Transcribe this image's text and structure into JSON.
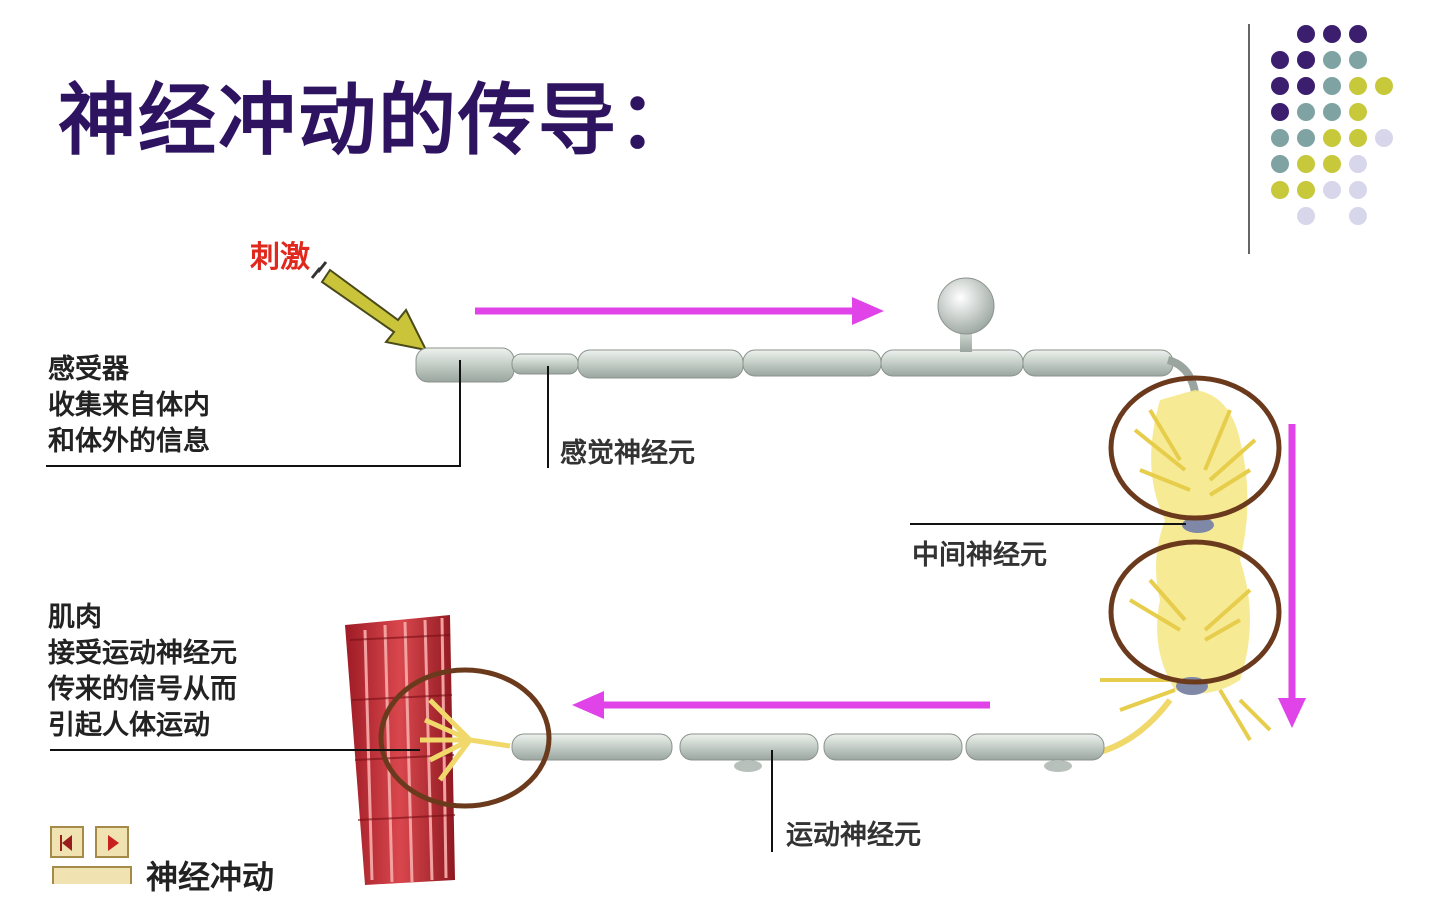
{
  "slide": {
    "title": "神经冲动的传导："
  },
  "diagram": {
    "stimulus_label": "刺激",
    "receptor_label_lines": [
      "感受器",
      "收集来自体内",
      "和体外的信息"
    ],
    "sensory_neuron_label": "感觉神经元",
    "interneuron_label": "中间神经元",
    "motor_neuron_label": "运动神经元",
    "muscle_label_lines": [
      "肌肉",
      "接受运动神经元",
      "传来的信号从而",
      "引起人体运动"
    ],
    "colors": {
      "arrow_magenta": "#e043e8",
      "stimulus_arrow": "#c9c43a",
      "synapse_circle": "#6b3a1d",
      "nerve_fiber": "#c9d2cc",
      "dendrite": "#f3e27a",
      "muscle": "#c8303a"
    }
  },
  "navigation": {
    "caption": "神经冲动",
    "prev_icon": "prev-triangle-icon",
    "next_icon": "next-triangle-icon"
  },
  "decoration": {
    "dot_colors": [
      "#3b1e6e",
      "#7fa3a3",
      "#c7c83a",
      "#d8d6ea"
    ]
  }
}
